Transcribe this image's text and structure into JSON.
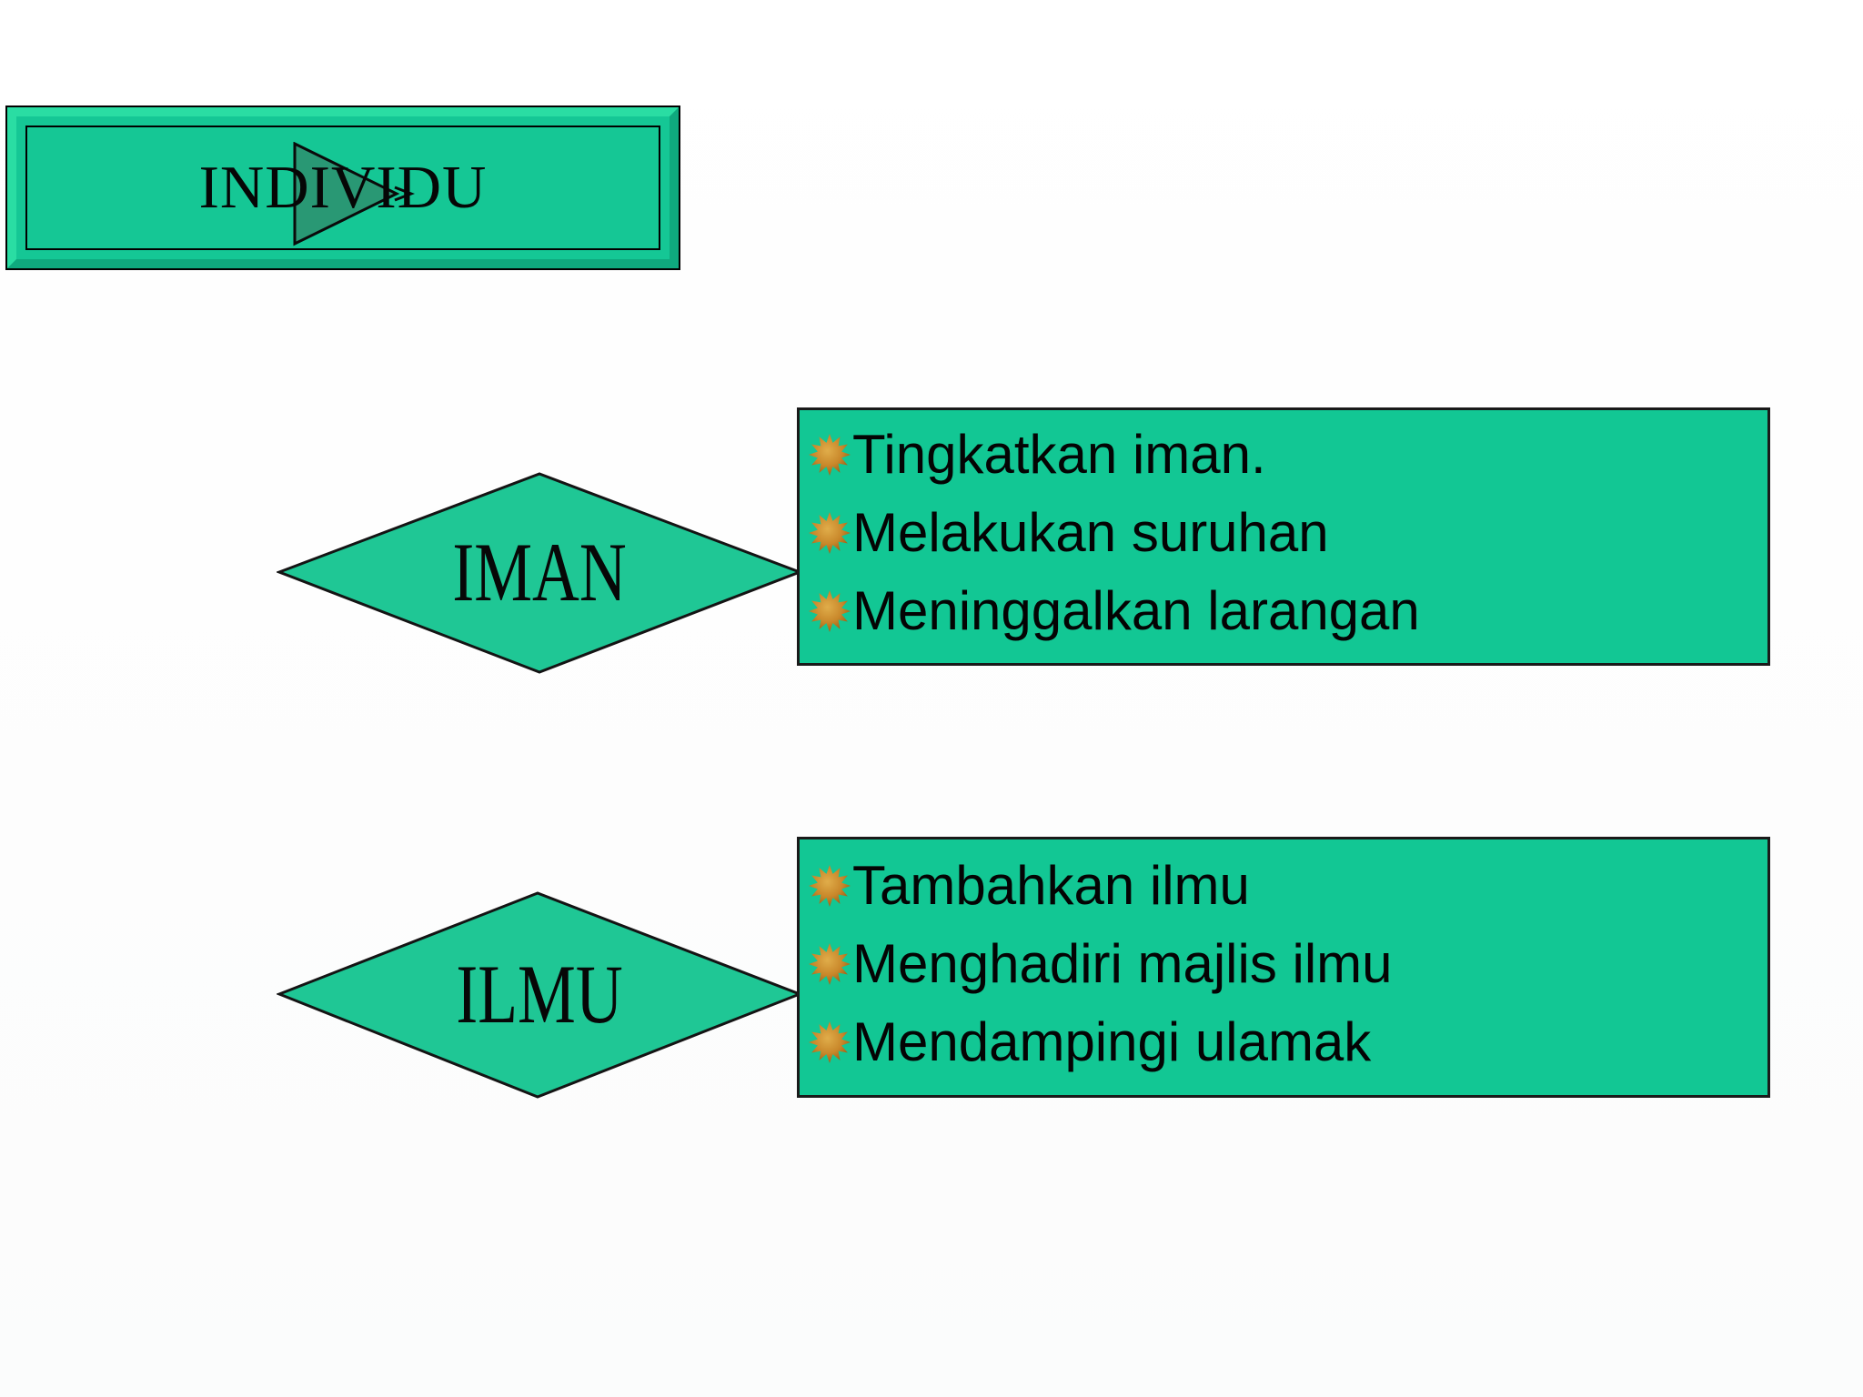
{
  "slide": {
    "background": "#ffffff",
    "colors": {
      "shape_green": "#12c794",
      "bevel_light": "#2adda3",
      "bevel_dark": "#0fa97e",
      "outline_black": "#1a1a1a",
      "bullet_orange": "#c8872a",
      "play_triangle_green": "#2d8f6f",
      "text_black": "#040404"
    },
    "title_button": {
      "label": "INDIVIDU"
    },
    "sections": [
      {
        "shape_label": "IMAN",
        "items": [
          "Tingkatkan iman.",
          "Melakukan suruhan",
          "Meninggalkan larangan"
        ]
      },
      {
        "shape_label": "ILMU",
        "items": [
          "Tambahkan ilmu",
          "Menghadiri majlis ilmu",
          "Mendampingi ulamak"
        ]
      }
    ]
  }
}
